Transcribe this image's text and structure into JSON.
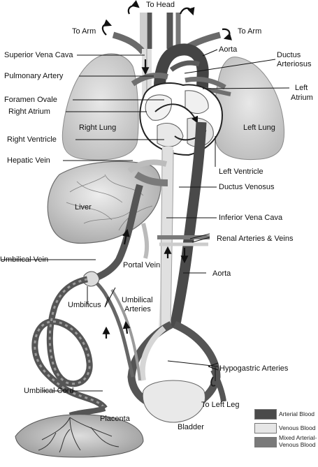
{
  "labels": {
    "to_head": "To Head",
    "to_arm_left": "To Arm",
    "to_arm_right": "To Arm",
    "superior_vena_cava": "Superior Vena Cava",
    "aorta_top": "Aorta",
    "ductus_arteriosus_1": "Ductus",
    "ductus_arteriosus_2": "Arteriosus",
    "pulmonary_artery": "Pulmonary Artery",
    "left_atrium_1": "Left",
    "left_atrium_2": "Atrium",
    "foramen_ovale": "Foramen Ovale",
    "right_atrium": "Right Atrium",
    "right_lung": "Right Lung",
    "left_lung": "Left Lung",
    "right_ventricle": "Right Ventricle",
    "hepatic_vein": "Hepatic Vein",
    "left_ventricle": "Left Ventricle",
    "ductus_venosus": "Ductus Venosus",
    "liver": "Liver",
    "inferior_vena_cava": "Inferior Vena Cava",
    "renal_arteries_veins": "Renal Arteries & Veins",
    "umbilical_vein": "Umbilical Vein",
    "portal_vein": "Portal Vein",
    "aorta_bottom": "Aorta",
    "umbilical_arteries_1": "Umbilical",
    "umbilical_arteries_2": "Arteries",
    "umbilicus": "Umbilicus",
    "hypogastric_arteries": "Hypogastric Arteries",
    "umbilical_cord": "Umbilical Cord",
    "to_left_leg": "To Left Leg",
    "placenta": "Placenta",
    "bladder": "Bladder"
  },
  "legend": {
    "arterial": "Arterial Blood",
    "venous": "Venous Blood",
    "mixed_1": "Mixed Arterial-",
    "mixed_2": "Venous Blood"
  },
  "colors": {
    "arterial": "#4a4a4a",
    "venous": "#e6e6e6",
    "mixed": "#7a7a7a",
    "lung": "#cfcfcf",
    "liver": "#d7d7d7"
  }
}
